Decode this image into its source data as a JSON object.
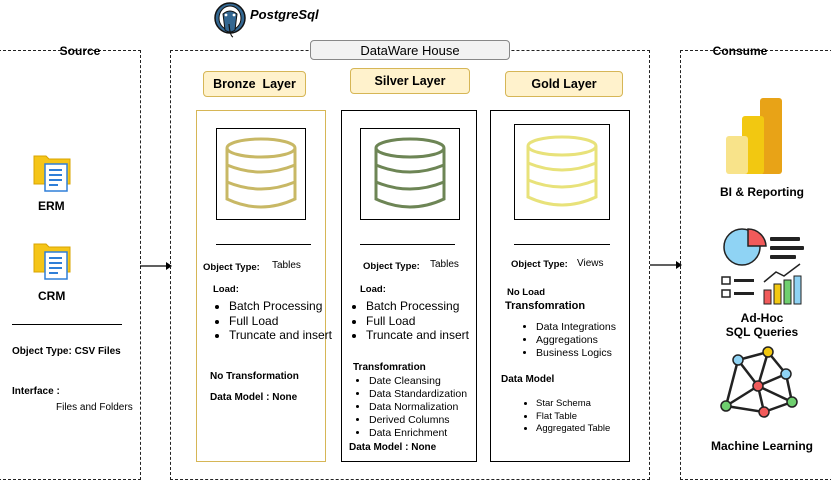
{
  "postgres_label": "PostgreSql",
  "source": {
    "title": "Source",
    "items": [
      "ERM",
      "CRM"
    ],
    "object_type": "Object Type: CSV Files",
    "interface_label": "Interface :",
    "interface_value": "Files and Folders"
  },
  "warehouse": {
    "title": "DataWare House",
    "bronze": {
      "title": "Bronze  Layer",
      "object_type_label": "Object Type:",
      "object_type_value": "Tables",
      "load_label": "Load:",
      "load_items": [
        "Batch Processing",
        "Full Load",
        "Truncate and insert"
      ],
      "transformation": "No Transformation",
      "data_model": "Data Model : None"
    },
    "silver": {
      "title": "Silver Layer",
      "object_type_label": "Object Type:",
      "object_type_value": "Tables",
      "load_label": "Load:",
      "load_items": [
        "Batch Processing",
        "Full Load",
        "Truncate and insert"
      ],
      "transformation_label": "Transfomration",
      "transformation_items": [
        "Date Cleansing",
        "Data Standardization",
        "Data Normalization",
        "Derived Columns",
        "Data Enrichment"
      ],
      "data_model": "Data Model : None"
    },
    "gold": {
      "title": "Gold Layer",
      "object_type_label": "Object Type:",
      "object_type_value": "Views",
      "load_label": "No Load",
      "transformation_label": "Transfomration",
      "transformation_items": [
        "Data Integrations",
        "Aggregations",
        "Business Logics"
      ],
      "data_model_label": "Data Model",
      "data_model_items": [
        "Star Schema",
        "Flat Table",
        "Aggregated Table"
      ]
    }
  },
  "consume": {
    "title": "Consume",
    "items": [
      "BI & Reporting",
      "Ad-Hoc\nSQL Queries",
      "Machine Learning"
    ]
  },
  "colors": {
    "bronze_db": "#c8b865",
    "silver_db": "#6d8555",
    "gold_db": "#e8e27a",
    "pill_fill": "#fff2cc",
    "pill_border": "#d6b656",
    "folder": "#f5c518",
    "doc_blue": "#2f7fd8"
  }
}
